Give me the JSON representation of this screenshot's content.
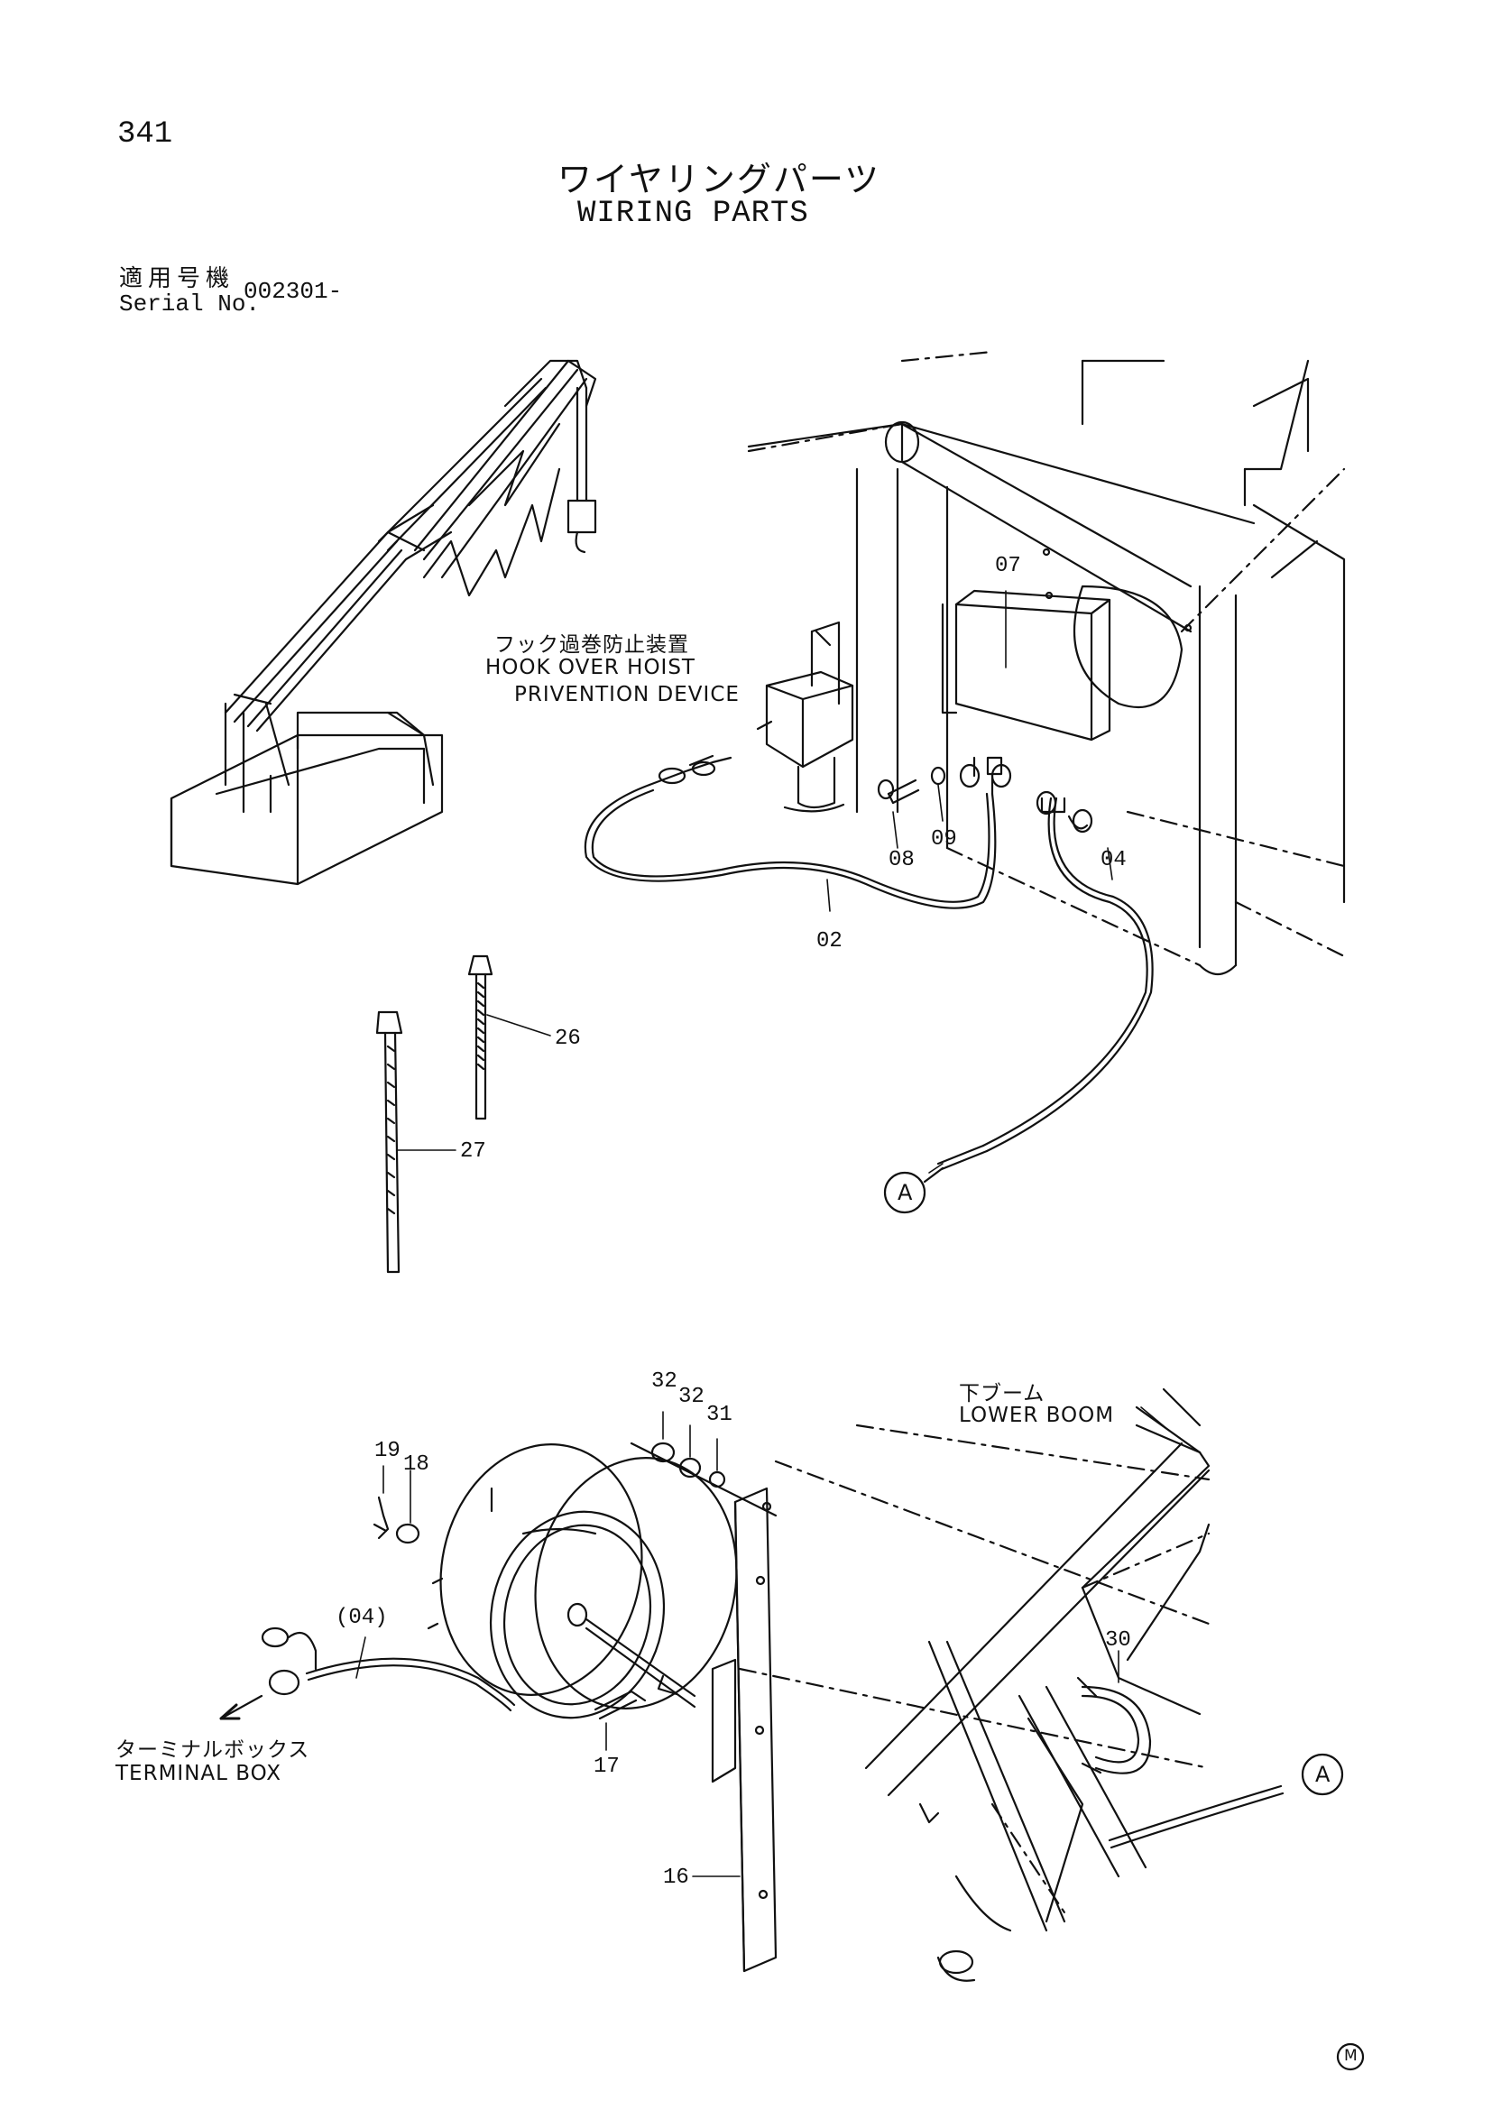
{
  "header": {
    "page_number": "341",
    "title_jp": "ワイヤリングパーツ",
    "title_en": "WIRING PARTS",
    "serial_label_jp": "適用号機",
    "serial_label_en": "Serial No.",
    "serial_value": "002301-"
  },
  "annotations": {
    "hook_jp": "フック過巻防止装置",
    "hook_en_1": "HOOK OVER HOIST",
    "hook_en_2": "PRIVENTION DEVICE",
    "lower_boom_jp": "下ブーム",
    "lower_boom_en": "LOWER BOOM",
    "terminal_jp": "ターミナルボックス",
    "terminal_en": "TERMINAL BOX",
    "connector_a_top": "A",
    "connector_a_bottom": "A",
    "corner_mark": "M"
  },
  "part_numbers": {
    "p02": "02",
    "p04": "04",
    "p07": "07",
    "p08": "08",
    "p09": "09",
    "p26": "26",
    "p27": "27",
    "p32a": "32",
    "p32b": "32",
    "p31": "31",
    "p19": "19",
    "p18": "18",
    "p04b": "(04)",
    "p30": "30",
    "p17": "17",
    "p16": "16"
  }
}
